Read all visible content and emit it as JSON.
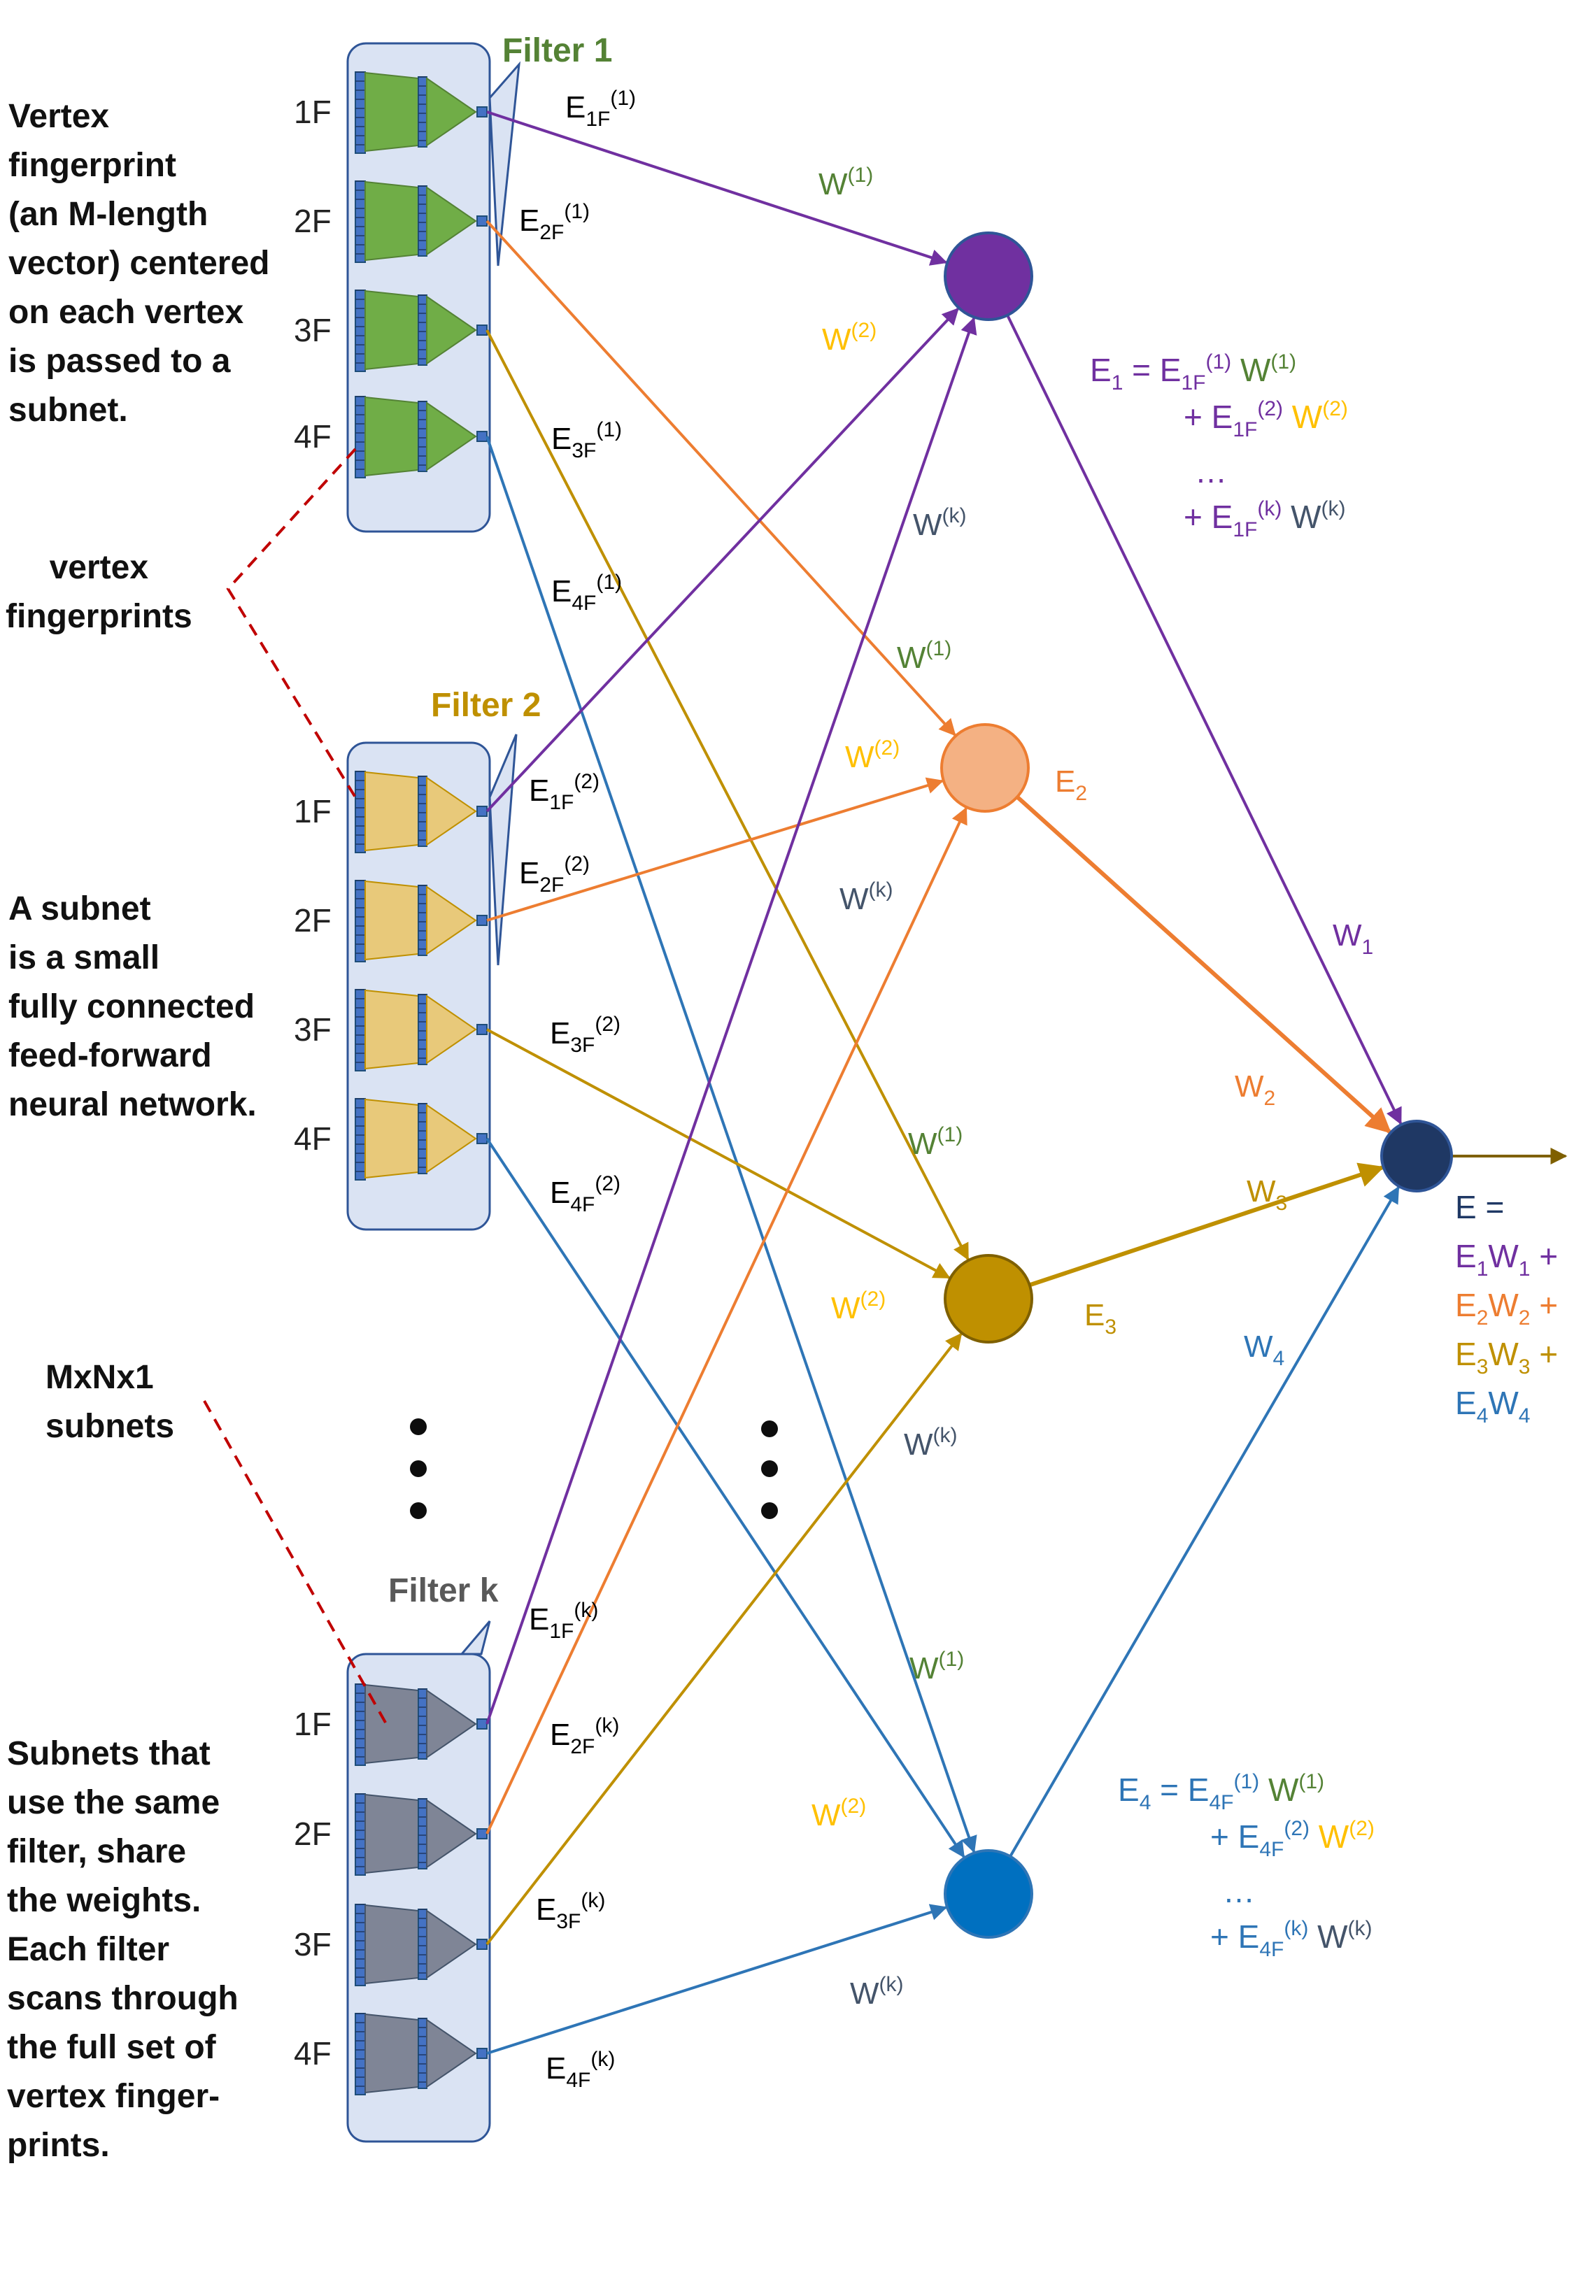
{
  "annotations": {
    "vertex_fingerprint": "Vertex\nfingerprint\n(an M-length\nvector) centered\non each vertex\nis passed to a\nsubnet.",
    "vertex_fingerprints": "vertex\nfingerprints",
    "subnet_def": "A subnet\nis a small\nfully connected\nfeed-forward\nneural network.",
    "mxnx1": "MxNx1\nsubnets",
    "share": "Subnets that\nuse the same\nfilter, share\nthe weights.\nEach filter\nscans through\nthe full set of\nvertex finger-\nprints."
  },
  "filters": [
    {
      "title": "Filter 1",
      "title_color": "#548235"
    },
    {
      "title": "Filter 2",
      "title_color": "#BF9000"
    },
    {
      "title": "Filter k",
      "title_color": "#595959"
    }
  ],
  "row_labels": [
    "1F",
    "2F",
    "3F",
    "4F"
  ],
  "edge_labels": {
    "f1": [
      [
        "E",
        "1F",
        "(1)"
      ],
      [
        "E",
        "2F",
        "(1)"
      ],
      [
        "E",
        "3F",
        "(1)"
      ],
      [
        "E",
        "4F",
        "(1)"
      ]
    ],
    "f2": [
      [
        "E",
        "1F",
        "(2)"
      ],
      [
        "E",
        "2F",
        "(2)"
      ],
      [
        "E",
        "3F",
        "(2)"
      ],
      [
        "E",
        "4F",
        "(2)"
      ]
    ],
    "fk": [
      [
        "E",
        "1F",
        "(k)"
      ],
      [
        "E",
        "2F",
        "(k)"
      ],
      [
        "E",
        "3F",
        "(k)"
      ],
      [
        "E",
        "4F",
        "(k)"
      ]
    ]
  },
  "weight_labels": {
    "w1": [
      "W",
      "(1)"
    ],
    "w2": [
      "W",
      "(2)"
    ],
    "wk": [
      "W",
      "(k)"
    ]
  },
  "node_labels": {
    "e2": [
      "E",
      "2"
    ],
    "e3": [
      "E",
      "3"
    ]
  },
  "output_weights": {
    "W1": [
      "W",
      "1"
    ],
    "W2": [
      "W",
      "2"
    ],
    "W3": [
      "W",
      "3"
    ],
    "W4": [
      "W",
      "4"
    ]
  },
  "equations": {
    "e1_head": [
      "E",
      "1",
      " = E",
      "1F",
      "(1)",
      " W",
      "(1)"
    ],
    "e1_l2": [
      "+ E",
      "1F",
      "(2)",
      " W",
      "(2)"
    ],
    "e1_dots": "…",
    "e1_l3": [
      "+ E",
      "1F",
      "(k)",
      " W",
      "(k)"
    ],
    "e4_head": [
      "E",
      "4",
      " = E",
      "4F",
      "(1)",
      " W",
      "(1)"
    ],
    "e4_l2": [
      "+ E",
      "4F",
      "(2)",
      " W",
      "(2)"
    ],
    "e4_dots": "…",
    "e4_l3": [
      "+ E",
      "4F",
      "(k)",
      " W",
      "(k)"
    ],
    "final_head": "E =",
    "final_terms": [
      [
        "E",
        "1",
        "W",
        "1",
        " +"
      ],
      [
        "E",
        "2",
        "W",
        "2",
        " +"
      ],
      [
        "E",
        "3",
        "W",
        "3",
        " +"
      ],
      [
        "E",
        "4",
        "W",
        "4",
        ""
      ]
    ]
  },
  "colors": {
    "purple": "#7030A0",
    "orange": "#ED7D31",
    "gold": "#BF9000",
    "blue": "#2E75B6",
    "navy": "#1F3864",
    "green": "#548235",
    "yellow": "#FFC000",
    "gray": "#44546A",
    "dashed": "#C00000"
  }
}
